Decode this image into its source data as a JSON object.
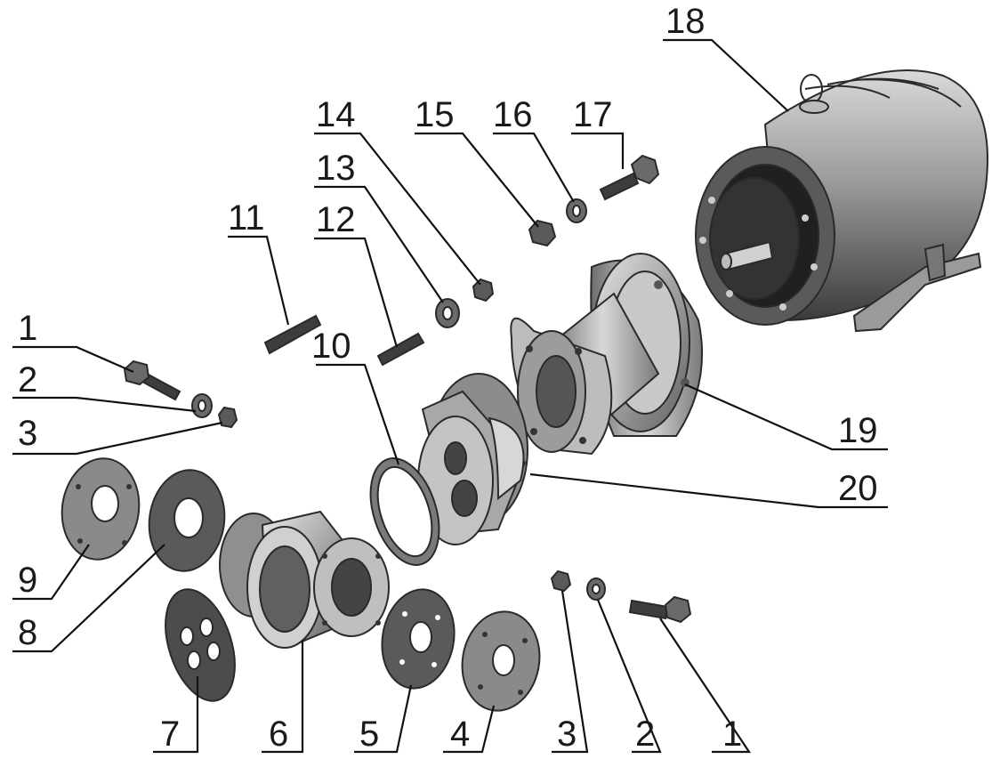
{
  "diagram": {
    "type": "exploded-assembly",
    "labels": {
      "l1_top": "1",
      "l2_top": "2",
      "l3_top": "3",
      "l9": "9",
      "l8": "8",
      "l7": "7",
      "l6": "6",
      "l5": "5",
      "l4": "4",
      "l3_bot": "3",
      "l2_bot": "2",
      "l1_bot": "1",
      "l10": "10",
      "l11": "11",
      "l12": "12",
      "l13": "13",
      "l14": "14",
      "l15": "15",
      "l16": "16",
      "l17": "17",
      "l18": "18",
      "l19": "19",
      "l20": "20"
    }
  }
}
